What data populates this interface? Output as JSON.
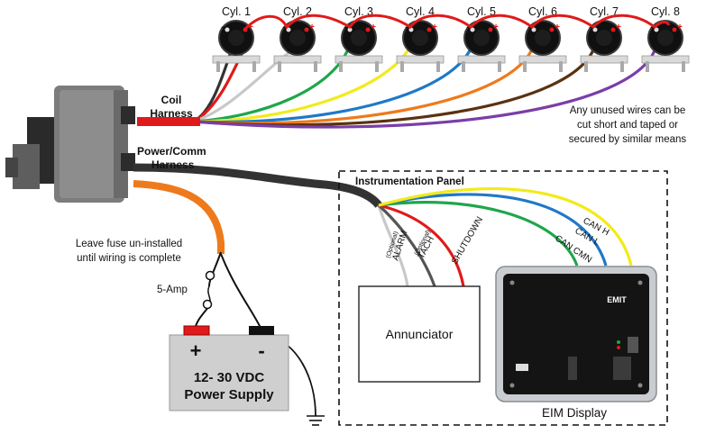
{
  "cylinders": [
    "Cyl. 1",
    "Cyl. 2",
    "Cyl. 3",
    "Cyl. 4",
    "Cyl. 5",
    "Cyl. 6",
    "Cyl. 7",
    "Cyl. 8"
  ],
  "terminal": {
    "minus": "-",
    "plus": "+"
  },
  "harness": {
    "coil_label": [
      "Coil",
      "Harness"
    ],
    "power_label": [
      "Power/Comm",
      "Harness"
    ]
  },
  "unused_note": [
    "Any unused wires can be",
    "cut short and taped or",
    "secured by similar means"
  ],
  "fuse_note": [
    "Leave fuse un-installed",
    "until wiring is complete"
  ],
  "fuse_label": "5-Amp",
  "power_supply": {
    "plus": "+",
    "minus": "-",
    "line1": "12- 30 VDC",
    "line2": "Power Supply"
  },
  "panel": {
    "title": "Instrumentation Panel",
    "annunciator": "Annunciator",
    "eim_label": "EIM Display",
    "eim_logo": "EMIT",
    "signals": [
      {
        "name": "ALARM",
        "note": "(Optional)"
      },
      {
        "name": "TACH",
        "note": "(Optional)"
      },
      {
        "name": "SHUTDOWN",
        "note": ""
      }
    ],
    "can": [
      "CAN H",
      "CAN L",
      "CAN CMN"
    ]
  },
  "colors": {
    "coil_wires": [
      "#333333",
      "#e01a1a",
      "#c8c8c8",
      "#1fa64a",
      "#f2ea1c",
      "#1f78c8",
      "#ee7a1c",
      "#5a3211",
      "#7a3ea8"
    ],
    "red_ring": "#e01a1a",
    "harness_black": "#333333",
    "orange": "#ee7a1c",
    "can_h": "#f2ea1c",
    "can_l": "#1f78c8",
    "can_cmn": "#1fa64a"
  }
}
